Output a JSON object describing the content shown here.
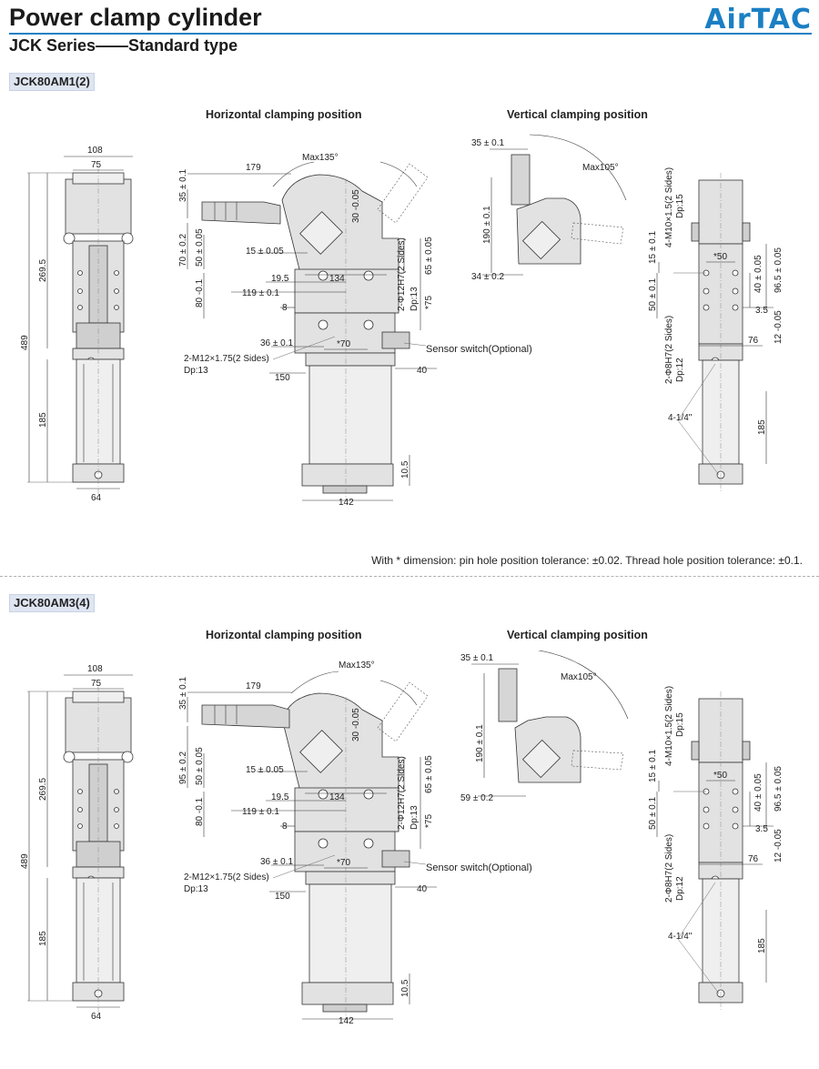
{
  "header": {
    "title": "Power clamp cylinder",
    "subtitle": "JCK Series——Standard type",
    "brand": "AirTAC"
  },
  "footnote": "With * dimension: pin hole position tolerance: ±0.02. Thread hole position tolerance: ±0.1.",
  "sections": [
    {
      "model": "JCK80AM1(2)",
      "horizontal_heading": "Horizontal clamping position",
      "vertical_heading": "Vertical clamping position",
      "side_view": {
        "w108": "108",
        "w75": "75",
        "h269": "269.5",
        "h489": "489",
        "h185": "185",
        "w64": "64"
      },
      "horizontal": {
        "d179": "179",
        "max135": "Max135°",
        "d35": "35 ± 0.1",
        "d70": "70 ± 0.2",
        "d50": "50 ± 0.05",
        "d15": "15 ± 0.05",
        "d30": "30 -0.05",
        "d19": "19.5",
        "d134": "134",
        "d119": "119 ± 0.1",
        "d80": "80 -0.1",
        "d8": "8",
        "d12h7": "2-Φ12H7(2 Sides)",
        "dp13a": "Dp:13",
        "d65": "65 ± 0.05",
        "d75": "*75",
        "d36": "36 ± 0.1",
        "d70s": "*70",
        "m12": "2-M12×1.75(2 Sides)",
        "dp13b": "Dp:13",
        "sensor": "Sensor switch(Optional)",
        "d150": "150",
        "d40": "40",
        "d10": "10.5",
        "d142": "142"
      },
      "vertical": {
        "d35": "35 ± 0.1",
        "max105": "Max105°",
        "d190": "190 ± 0.1",
        "dbot": "34 ± 0.2"
      },
      "end_view": {
        "m10": "4-M10×1.5(2 Sides)",
        "dp15": "Dp:15",
        "d15": "15 ± 0.1",
        "d50s": "*50",
        "d40": "40 ± 0.05",
        "d96": "96.5 ± 0.05",
        "d50": "50 ± 0.1",
        "d35": "3.5",
        "d76": "76",
        "d12": "12 -0.05",
        "h8": "2-Φ8H7(2 Sides)",
        "dp12": "Dp:12",
        "port": "4-1/4\"",
        "d185": "185"
      }
    },
    {
      "model": "JCK80AM3(4)",
      "horizontal_heading": "Horizontal clamping position",
      "vertical_heading": "Vertical clamping position",
      "side_view": {
        "w108": "108",
        "w75": "75",
        "h269": "269.5",
        "h489": "489",
        "h185": "185",
        "w64": "64"
      },
      "horizontal": {
        "d179": "179",
        "max135": "Max135°",
        "d35": "35 ± 0.1",
        "d70": "95 ± 0.2",
        "d50": "50 ± 0.05",
        "d15": "15 ± 0.05",
        "d30": "30 -0.05",
        "d19": "19.5",
        "d134": "134",
        "d119": "119 ± 0.1",
        "d80": "80 -0.1",
        "d8": "8",
        "d12h7": "2-Φ12H7(2 Sides)",
        "dp13a": "Dp:13",
        "d65": "65 ± 0.05",
        "d75": "*75",
        "d36": "36 ± 0.1",
        "d70s": "*70",
        "m12": "2-M12×1.75(2 Sides)",
        "dp13b": "Dp:13",
        "sensor": "Sensor switch(Optional)",
        "d150": "150",
        "d40": "40",
        "d10": "10.5",
        "d142": "142"
      },
      "vertical": {
        "d35": "35 ± 0.1",
        "max105": "Max105°",
        "d190": "190 ± 0.1",
        "dbot": "59 ± 0.2"
      },
      "end_view": {
        "m10": "4-M10×1.5(2 Sides)",
        "dp15": "Dp:15",
        "d15": "15 ± 0.1",
        "d50s": "*50",
        "d40": "40 ± 0.05",
        "d96": "96.5 ± 0.05",
        "d50": "50 ± 0.1",
        "d35": "3.5",
        "d76": "76",
        "d12": "12 -0.05",
        "h8": "2-Φ8H7(2 Sides)",
        "dp12": "Dp:12",
        "port": "4-1/4\"",
        "d185": "185"
      }
    }
  ]
}
